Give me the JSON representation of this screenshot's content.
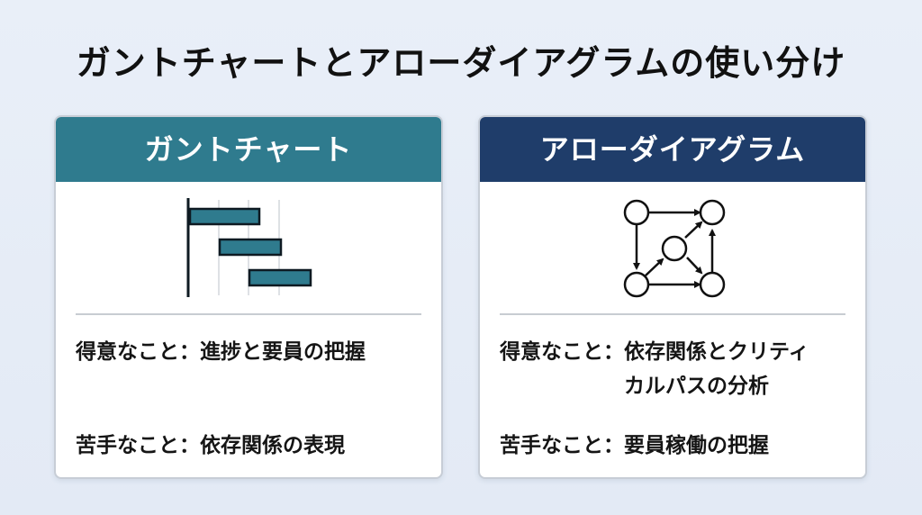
{
  "title": "ガントチャートとアローダイアグラムの使い分け",
  "cards": [
    {
      "title": "ガントチャート",
      "strength_label": "得意なこと：",
      "strength_value": "進捗と要員の把握",
      "weakness_label": "苦手なこと：",
      "weakness_value": "依存関係の表現",
      "icon": "gantt-chart-icon"
    },
    {
      "title": "アローダイアグラム",
      "strength_label": "得意なこと：",
      "strength_value": "依存関係とクリティカルパスの分析",
      "weakness_label": "苦手なこと：",
      "weakness_value": "要員稼働の把握",
      "icon": "arrow-diagram-icon"
    }
  ],
  "colors": {
    "gantt_accent": "#2f7b8e",
    "arrow_accent": "#1f3d6a"
  }
}
